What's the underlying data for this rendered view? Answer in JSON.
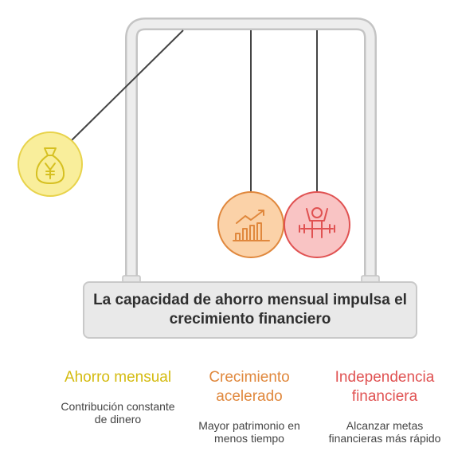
{
  "title": "La capacidad de ahorro mensual impulsa el crecimiento financiero",
  "colors": {
    "frame_fill": "#ededed",
    "frame_stroke": "#c4c4c4",
    "ahorro_fill": "#f9ee9b",
    "ahorro_stroke": "#e8d34b",
    "ahorro_icon": "#d6c021",
    "ahorro_text": "#d4bb10",
    "crecimiento_fill": "#fbd2a8",
    "crecimiento_stroke": "#e0883d",
    "crecimiento_text": "#e0883d",
    "independencia_fill": "#f9c4c4",
    "independencia_stroke": "#e05252",
    "independencia_text": "#e05252"
  },
  "items": [
    {
      "id": "ahorro",
      "title": "Ahorro mensual",
      "description": "Contribución constante de dinero",
      "icon": "money-bag-yen-icon"
    },
    {
      "id": "crecimiento",
      "title": "Crecimiento acelerado",
      "description": "Mayor patrimonio en menos tiempo",
      "icon": "growth-chart-icon"
    },
    {
      "id": "independencia",
      "title": "Independencia financiera",
      "description": "Alcanzar metas financieras más rápido",
      "icon": "celebrating-person-icon"
    }
  ]
}
